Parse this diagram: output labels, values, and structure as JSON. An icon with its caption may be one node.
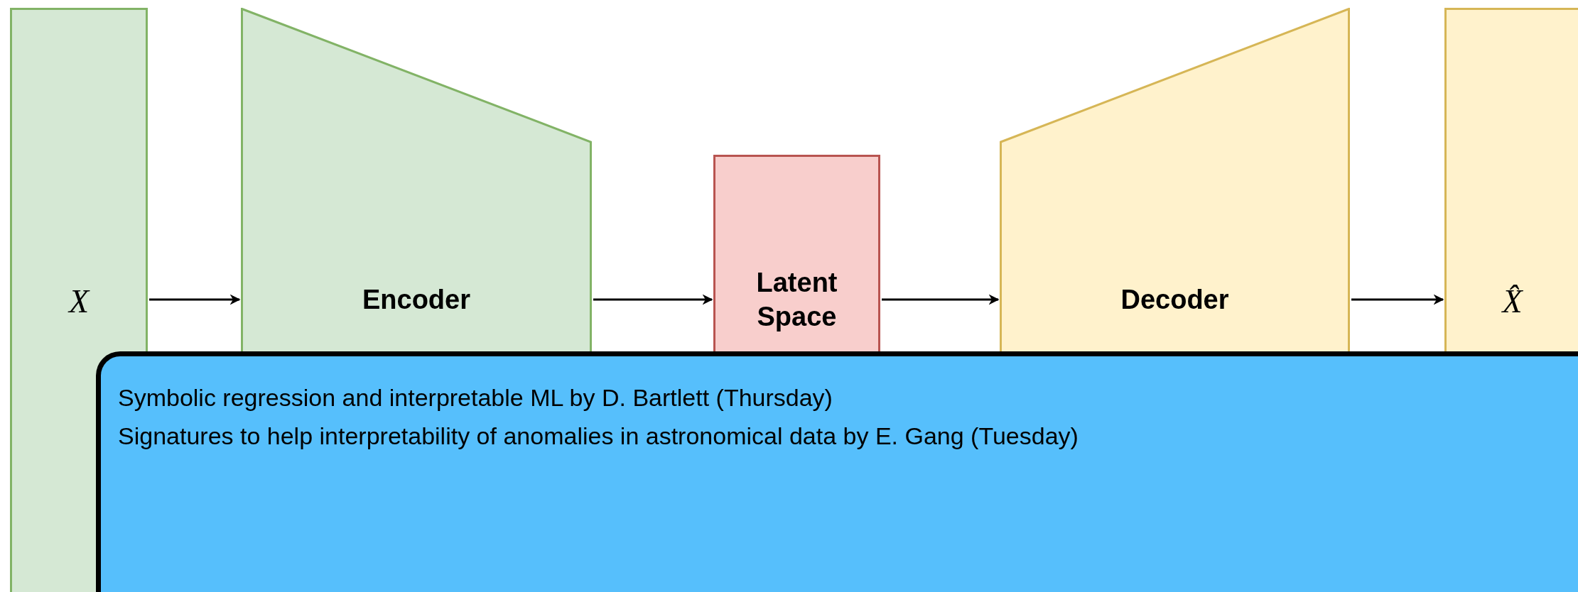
{
  "diagram": {
    "nodes": [
      {
        "text": [
          "X"
        ]
      },
      {
        "text": [
          "Encoder"
        ]
      },
      {
        "text": [
          "Latent Space"
        ]
      },
      {
        "text": [
          "Decoder"
        ]
      },
      {
        "text": [
          "X̂"
        ]
      },
      {
        "text": [
          "Symbolic regression and interpretable ML by D. Bartlett (Thursday)",
          "Signatures to help interpretability of anomalies in astronomical data by E. Gang (Tuesday)"
        ]
      }
    ],
    "edges": [
      {
        "from": 0,
        "to": 1,
        "arrow": "to"
      },
      {
        "from": 1,
        "to": 2,
        "arrow": "to"
      },
      {
        "from": 2,
        "to": 3,
        "arrow": "to"
      },
      {
        "from": 3,
        "to": 4,
        "arrow": "to"
      }
    ]
  }
}
